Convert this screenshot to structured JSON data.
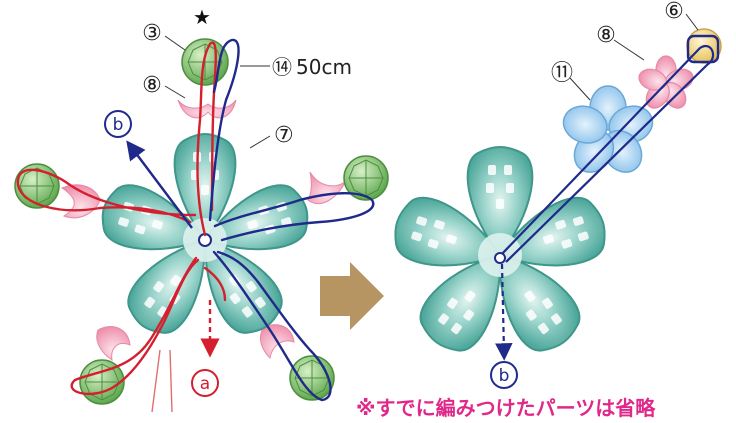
{
  "labels": {
    "star": "★",
    "num3": "③",
    "num8_left": "⑧",
    "num14": "⑭",
    "length": "50cm",
    "num7": "⑦",
    "b_top": "b",
    "a_bottom": "a",
    "num6": "⑥",
    "num8_right": "⑧",
    "num11": "⑪",
    "b_bottom": "b"
  },
  "note": "※すでに編みつけたパーツは省略",
  "colors": {
    "red_thread": "#d4202e",
    "navy_thread": "#1f2a8a",
    "teal_flower": "#5fb8ad",
    "green_bead": "#7cc26c",
    "pink_petal": "#f3a9bf",
    "blue_flower": "#9fcdf0",
    "gold_bead": "#f6d77a",
    "arrow_brown": "#b79563",
    "note_pink": "#e0288a"
  },
  "icons": [
    "right-arrow-icon",
    "star-icon"
  ]
}
